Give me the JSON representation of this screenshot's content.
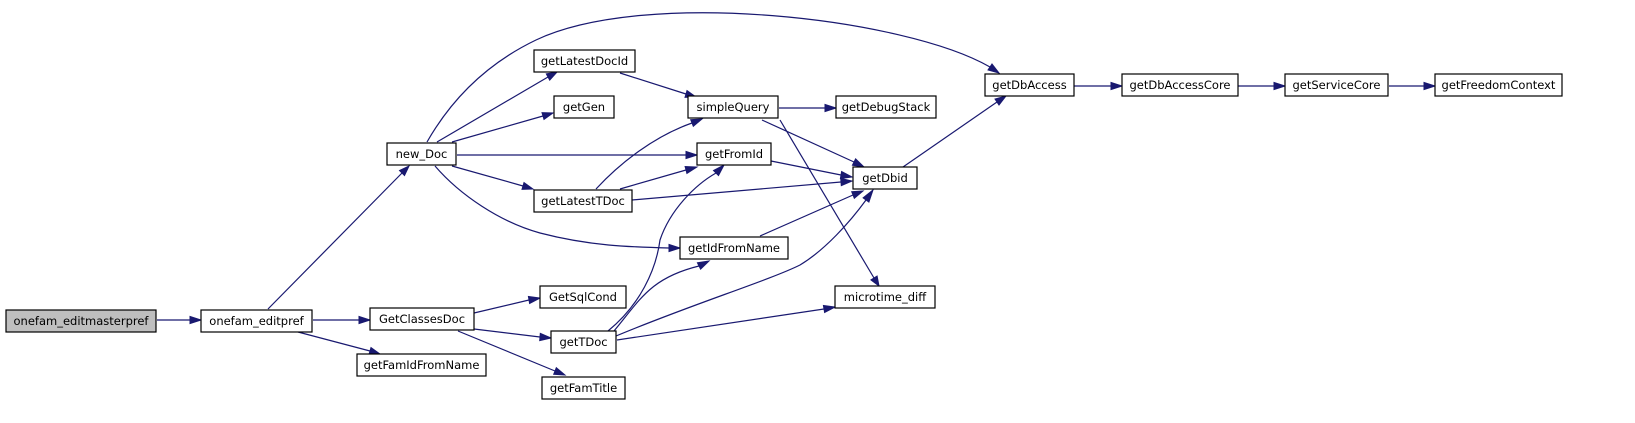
{
  "graph": {
    "colors": {
      "edge": "#191970",
      "node_fill": "#ffffff",
      "root_fill": "#bfbfbf",
      "node_border": "#000000"
    },
    "nodes": [
      {
        "id": "onefam_editmasterpref",
        "label": "onefam_editmasterpref",
        "root": true
      },
      {
        "id": "onefam_editpref",
        "label": "onefam_editpref"
      },
      {
        "id": "new_Doc",
        "label": "new_Doc"
      },
      {
        "id": "GetClassesDoc",
        "label": "GetClassesDoc"
      },
      {
        "id": "getFamIdFromName",
        "label": "getFamIdFromName"
      },
      {
        "id": "getLatestDocId",
        "label": "getLatestDocId"
      },
      {
        "id": "getGen",
        "label": "getGen"
      },
      {
        "id": "getLatestTDoc",
        "label": "getLatestTDoc"
      },
      {
        "id": "GetSqlCond",
        "label": "GetSqlCond"
      },
      {
        "id": "getTDoc",
        "label": "getTDoc"
      },
      {
        "id": "getFamTitle",
        "label": "getFamTitle"
      },
      {
        "id": "simpleQuery",
        "label": "simpleQuery"
      },
      {
        "id": "getFromId",
        "label": "getFromId"
      },
      {
        "id": "getIdFromName",
        "label": "getIdFromName"
      },
      {
        "id": "getDebugStack",
        "label": "getDebugStack"
      },
      {
        "id": "getDbid",
        "label": "getDbid"
      },
      {
        "id": "microtime_diff",
        "label": "microtime_diff"
      },
      {
        "id": "getDbAccess",
        "label": "getDbAccess"
      },
      {
        "id": "getDbAccessCore",
        "label": "getDbAccessCore"
      },
      {
        "id": "getServiceCore",
        "label": "getServiceCore"
      },
      {
        "id": "getFreedomContext",
        "label": "getFreedomContext"
      }
    ],
    "edges": [
      {
        "from": "onefam_editmasterpref",
        "to": "onefam_editpref"
      },
      {
        "from": "onefam_editpref",
        "to": "new_Doc"
      },
      {
        "from": "onefam_editpref",
        "to": "GetClassesDoc"
      },
      {
        "from": "onefam_editpref",
        "to": "getFamIdFromName"
      },
      {
        "from": "new_Doc",
        "to": "getDbAccess"
      },
      {
        "from": "new_Doc",
        "to": "getLatestDocId"
      },
      {
        "from": "new_Doc",
        "to": "getGen"
      },
      {
        "from": "new_Doc",
        "to": "getFromId"
      },
      {
        "from": "new_Doc",
        "to": "getLatestTDoc"
      },
      {
        "from": "new_Doc",
        "to": "getIdFromName"
      },
      {
        "from": "getLatestDocId",
        "to": "simpleQuery"
      },
      {
        "from": "simpleQuery",
        "to": "getDebugStack"
      },
      {
        "from": "simpleQuery",
        "to": "getDbid"
      },
      {
        "from": "simpleQuery",
        "to": "microtime_diff"
      },
      {
        "from": "getFromId",
        "to": "getDbid"
      },
      {
        "from": "getLatestTDoc",
        "to": "simpleQuery"
      },
      {
        "from": "getLatestTDoc",
        "to": "getFromId"
      },
      {
        "from": "getLatestTDoc",
        "to": "getDbid"
      },
      {
        "from": "getIdFromName",
        "to": "getDbid"
      },
      {
        "from": "getDbid",
        "to": "getDbAccess"
      },
      {
        "from": "getDbAccess",
        "to": "getDbAccessCore"
      },
      {
        "from": "getDbAccessCore",
        "to": "getServiceCore"
      },
      {
        "from": "getServiceCore",
        "to": "getFreedomContext"
      },
      {
        "from": "GetClassesDoc",
        "to": "GetSqlCond"
      },
      {
        "from": "GetClassesDoc",
        "to": "getTDoc"
      },
      {
        "from": "GetClassesDoc",
        "to": "getFamTitle"
      },
      {
        "from": "getTDoc",
        "to": "getFromId"
      },
      {
        "from": "getTDoc",
        "to": "getIdFromName"
      },
      {
        "from": "getTDoc",
        "to": "getDbid"
      },
      {
        "from": "getTDoc",
        "to": "microtime_diff"
      }
    ]
  }
}
